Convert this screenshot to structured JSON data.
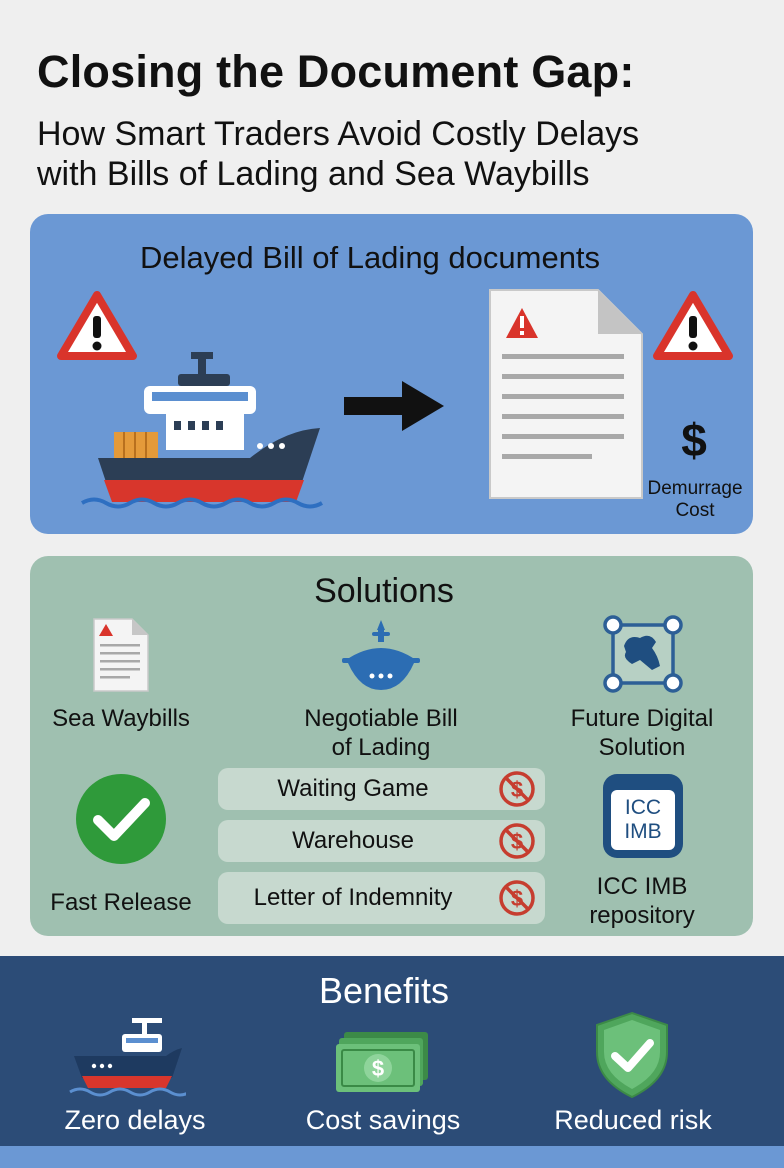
{
  "header": {
    "title": "Closing the Document Gap:",
    "subtitle_line1": "How Smart Traders Avoid Costly Delays",
    "subtitle_line2": "with Bills of Lading and Sea Waybills"
  },
  "problem": {
    "heading": "Delayed Bill of Lading documents",
    "cost_symbol": "$",
    "cost_label_line1": "Demurrage",
    "cost_label_line2": "Cost",
    "icons": [
      "warning-icon",
      "cargo-ship-icon",
      "arrow-right-icon",
      "document-icon",
      "warning-icon",
      "dollar-icon"
    ]
  },
  "solutions": {
    "heading": "Solutions",
    "sea_waybills": "Sea Waybills",
    "negotiable_line1": "Negotiable Bill",
    "negotiable_line2": "of Lading",
    "digital_line1": "Future Digital",
    "digital_line2": "Solution",
    "fast_release": "Fast Release",
    "options": [
      {
        "label": "Waiting Game"
      },
      {
        "label": "Warehouse"
      },
      {
        "label": "Letter of Indemnity"
      }
    ],
    "repository_badge_line1": "ICC",
    "repository_badge_line2": "IMB",
    "repository_line1": "ICC IMB",
    "repository_line2": "repository"
  },
  "benefits": {
    "heading": "Benefits",
    "items": [
      {
        "label": "Zero delays",
        "icon": "ship-icon"
      },
      {
        "label": "Cost savings",
        "icon": "money-icon"
      },
      {
        "label": "Reduced risk",
        "icon": "shield-check-icon"
      }
    ]
  },
  "colors": {
    "problem_panel": "#6b98d4",
    "solutions_panel": "#9fc0b0",
    "benefits_panel": "#2c4c77",
    "warning_red": "#d9342b",
    "success_green": "#2f9a3a"
  }
}
